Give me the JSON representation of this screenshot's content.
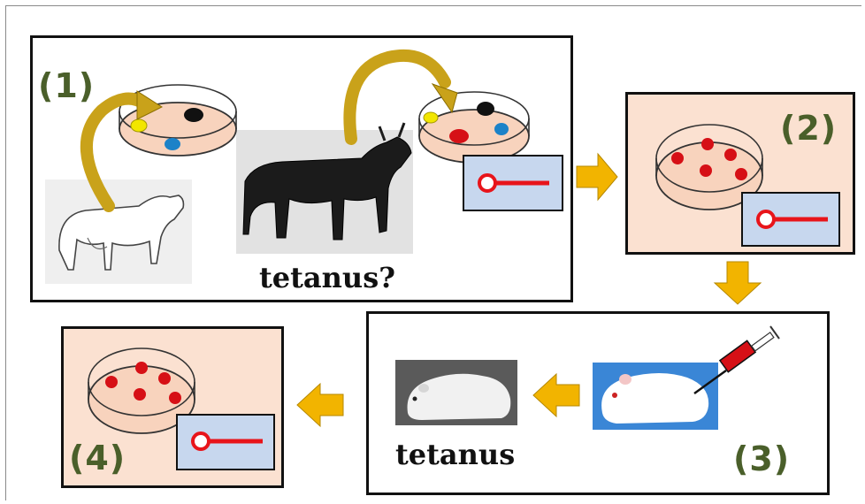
{
  "steps": {
    "step1": "(1)",
    "step2": "(2)",
    "step3": "(3)",
    "step4": "(4)"
  },
  "captions": {
    "tetanus_question": "tetanus?",
    "tetanus": "tetanus"
  },
  "colors": {
    "panel_peach": "#fbe1d1",
    "dish_fill": "#f8d3bd",
    "arrow_gold": "#f2b400",
    "curved_arrow": "#c9a21a",
    "colony_red": "#d61016",
    "colony_yellow": "#f2e600",
    "colony_blue": "#1c82c8",
    "colony_black": "#111111",
    "label_green": "#4a5f2a",
    "gel_box": "#c7d7ee",
    "gel_band": "#e8141a"
  },
  "icons": {
    "arrows": "right-arrow, down-arrow, left-arrow",
    "curved": "curved-transfer-arrow",
    "syringe": "syringe-icon",
    "gel": "gel-band-icon"
  }
}
